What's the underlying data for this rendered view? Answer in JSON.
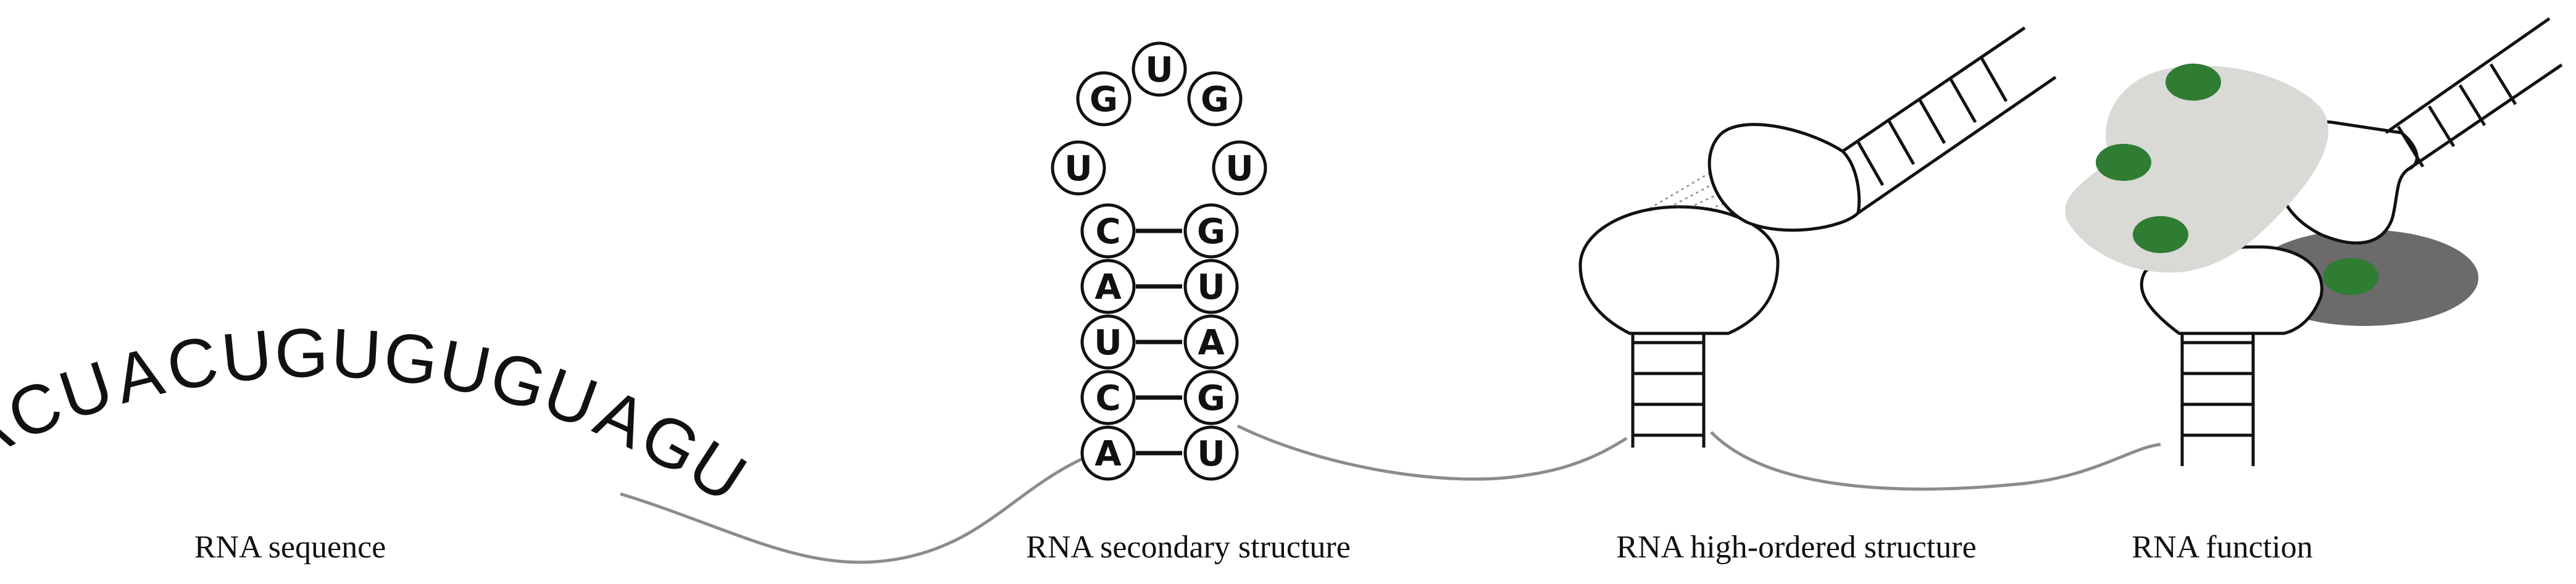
{
  "sequence": [
    "A",
    "C",
    "U",
    "A",
    "C",
    "U",
    "G",
    "U",
    "G",
    "U",
    "G",
    "U",
    "A",
    "G",
    "U"
  ],
  "captions": {
    "sequence": "RNA sequence",
    "secondary": "RNA secondary structure",
    "high_ordered": "RNA high-ordered structure",
    "function": "RNA function"
  },
  "hairpin": {
    "loop": [
      "C",
      "U",
      "G",
      "U",
      "G",
      "U",
      "G"
    ],
    "stem_left": [
      "A",
      "U",
      "C",
      "A"
    ],
    "stem_right": [
      "U",
      "A",
      "G",
      "U"
    ],
    "stem_bottom": {
      "left": "A",
      "right": "U"
    },
    "stem_top": {
      "left": "C",
      "right": "G"
    }
  },
  "colors": {
    "linker": "#8c8c8c",
    "protein_light": "#d9d9d6",
    "protein_dark": "#6d6a6b",
    "binding_site": "#2e7d32"
  }
}
